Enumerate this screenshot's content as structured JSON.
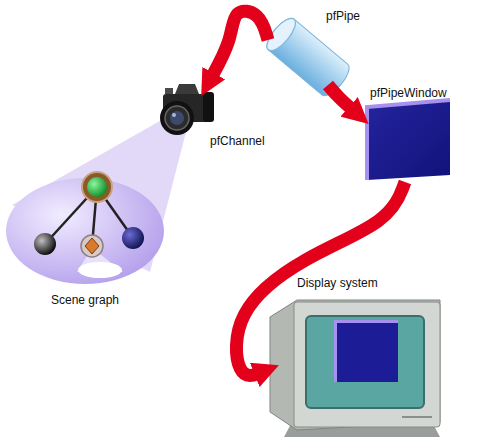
{
  "diagram": {
    "nodes": [
      {
        "text": [
          "Scene graph"
        ]
      },
      {
        "text": [
          "pfChannel"
        ]
      },
      {
        "text": [
          "pfPipe"
        ]
      },
      {
        "text": [
          "pfPipeWindow"
        ]
      },
      {
        "text": [
          "Display system"
        ]
      }
    ],
    "edges": [
      {
        "from": 2,
        "to": 1,
        "arrow": "to"
      },
      {
        "from": 2,
        "to": 3,
        "arrow": "to"
      },
      {
        "from": 3,
        "to": 4,
        "arrow": "to"
      }
    ]
  }
}
